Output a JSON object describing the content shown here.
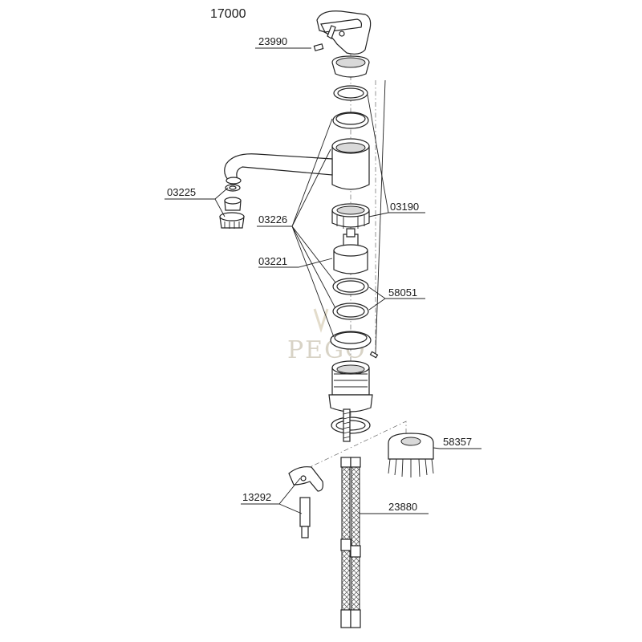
{
  "diagram": {
    "title": "17000",
    "watermark": "PEGO",
    "labels": [
      {
        "id": "23990",
        "text": "23990"
      },
      {
        "id": "03225",
        "text": "03225"
      },
      {
        "id": "03226",
        "text": "03226"
      },
      {
        "id": "03221",
        "text": "03221"
      },
      {
        "id": "03190",
        "text": "03190"
      },
      {
        "id": "58051",
        "text": "58051"
      },
      {
        "id": "58357",
        "text": "58357"
      },
      {
        "id": "13292",
        "text": "13292"
      },
      {
        "id": "23880",
        "text": "23880"
      }
    ]
  }
}
